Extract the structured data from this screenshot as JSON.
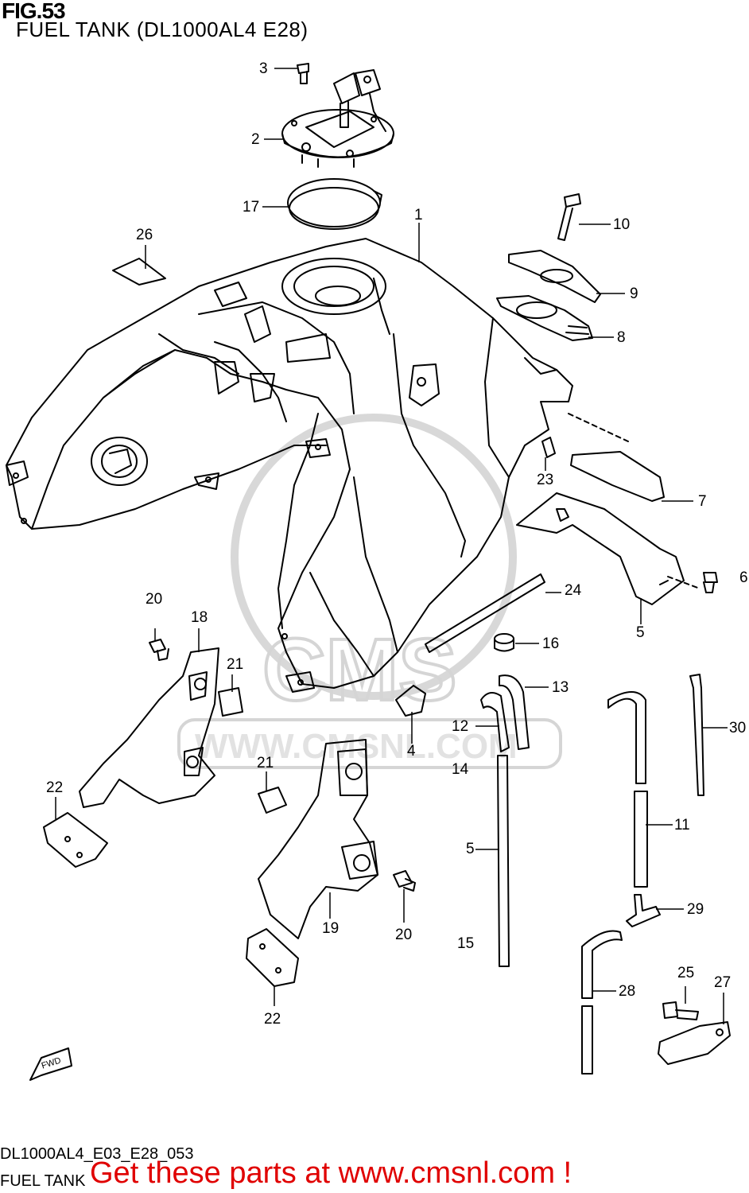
{
  "header": {
    "fig_label": "FIG.53",
    "title": "FUEL TANK (DL1000AL4 E28)"
  },
  "callouts": {
    "c1": "1",
    "c2": "2",
    "c3": "3",
    "c4": "4",
    "c5a": "5",
    "c5b": "5",
    "c6": "6",
    "c7": "7",
    "c8": "8",
    "c9": "9",
    "c10": "10",
    "c11": "11",
    "c12": "12",
    "c13": "13",
    "c14": "14",
    "c15": "15",
    "c16": "16",
    "c17": "17",
    "c18": "18",
    "c19": "19",
    "c20a": "20",
    "c20b": "20",
    "c21a": "21",
    "c21b": "21",
    "c22a": "22",
    "c22b": "22",
    "c23": "23",
    "c24": "24",
    "c25": "25",
    "c26": "26",
    "c27": "27",
    "c28": "28",
    "c29": "29",
    "c30": "30"
  },
  "forward_arrow": "FWD",
  "watermark": {
    "brand": "CMS",
    "url": "WWW.CMSNL.COM"
  },
  "footer": {
    "diagram_code": "DL1000AL4_E03_E28_053",
    "section_name": "FUEL TANK",
    "promo_text": "Get these parts at www.cmsnl.com !",
    "promo_color": "#e00000"
  }
}
